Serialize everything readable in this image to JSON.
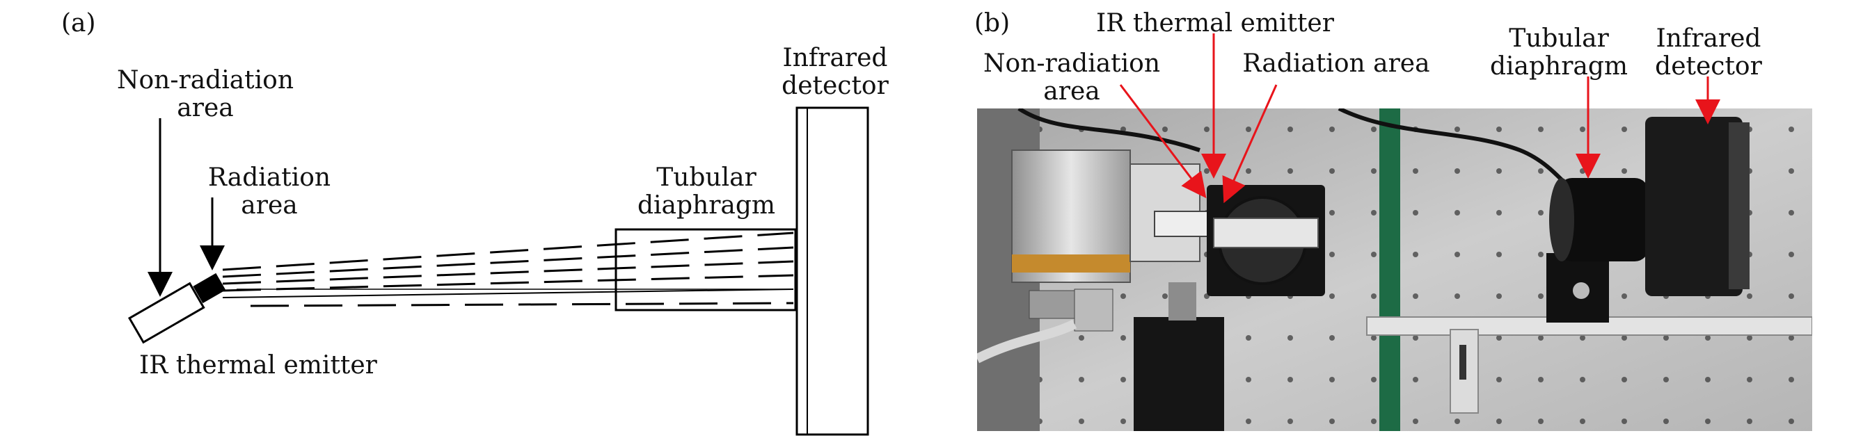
{
  "panel_a": {
    "label": "(a)",
    "nonrad_line1": "Non-radiation",
    "nonrad_line2": "area",
    "rad_line1": "Radiation",
    "rad_line2": "area",
    "tube_line1": "Tubular",
    "tube_line2": "diaphragm",
    "det_line1": "Infrared",
    "det_line2": "detector",
    "emitter": "IR thermal emitter"
  },
  "panel_b": {
    "label": "(b)",
    "emitter": "IR thermal emitter",
    "nonrad_line1": "Non-radiation",
    "nonrad_line2": "area",
    "rad": "Radiation area",
    "tube_line1": "Tubular",
    "tube_line2": "diaphragm",
    "det_line1": "Infrared",
    "det_line2": "detector",
    "arrow_color": "#e8141b"
  }
}
